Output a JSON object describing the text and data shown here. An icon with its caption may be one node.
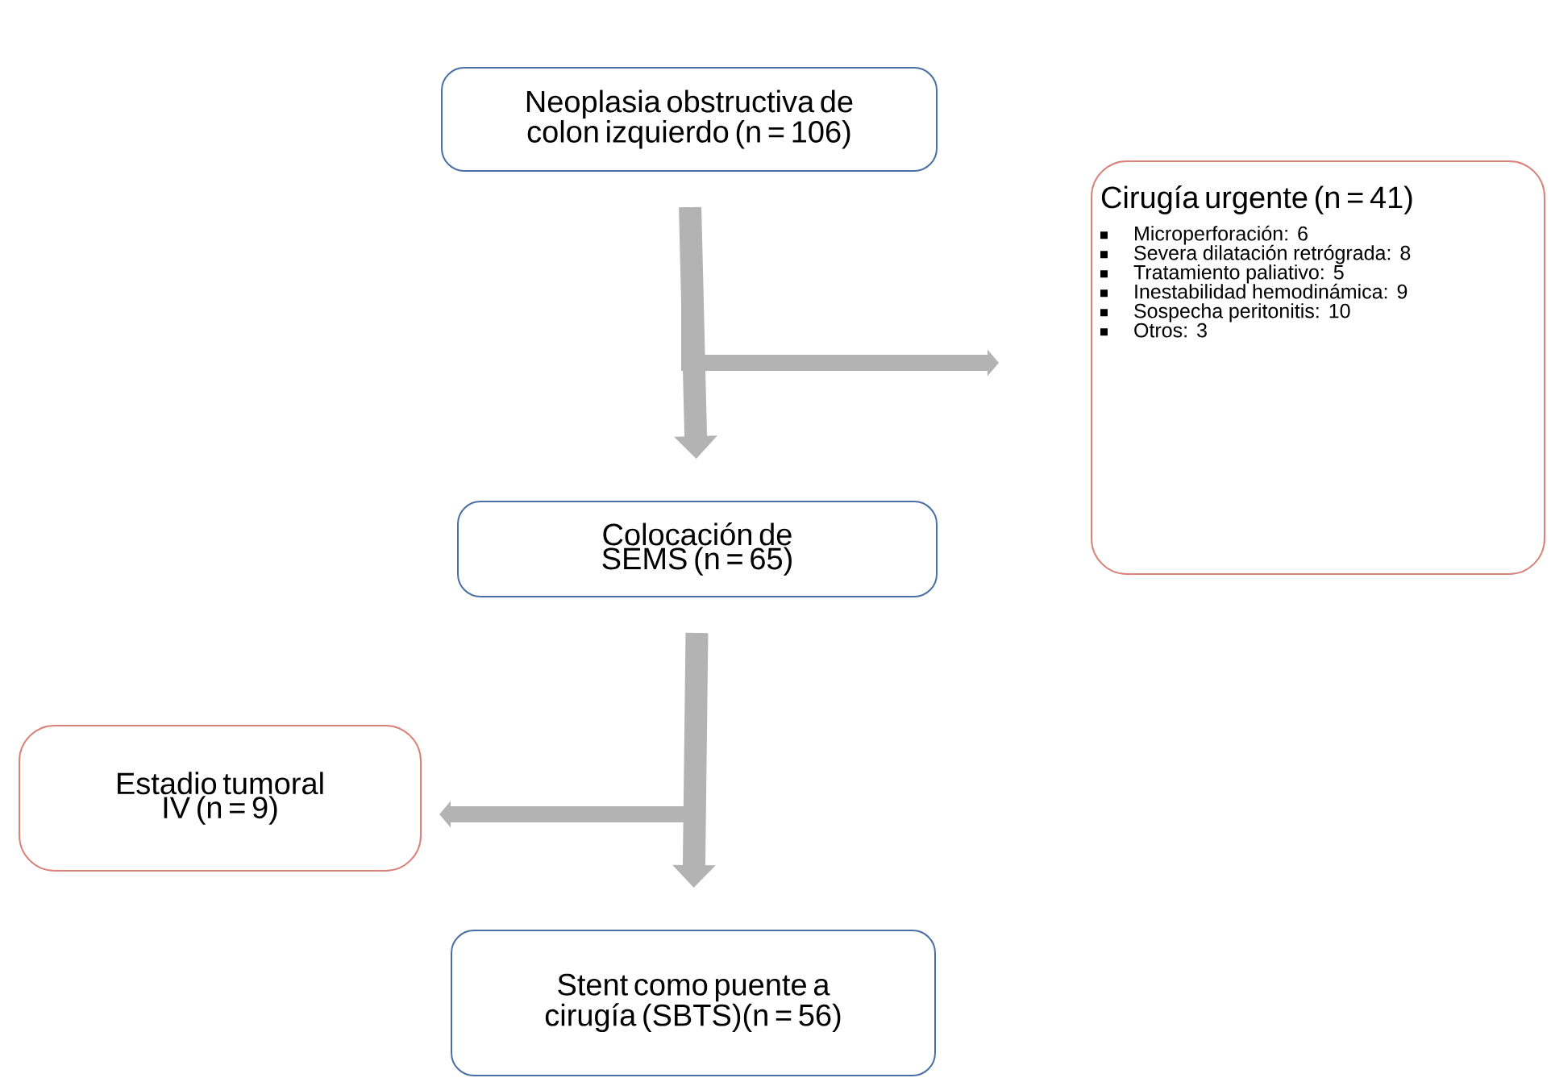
{
  "diagram": {
    "nodes": [
      {
        "text": [
          "Neoplasia obstructiva de colon izquierdo (n = 106)"
        ]
      },
      {
        "text": [
          "Cirugía urgente (n = 41)",
          "Microperforación: 6",
          "Severa dilatación retrógrada: 8",
          "Tratamiento paliativo: 5",
          "Inestabilidad hemodinámica: 9",
          "Sospecha peritonitis: 10",
          "Otros: 3"
        ]
      },
      {
        "text": [
          "Colocación de SEMS (n = 65)"
        ]
      },
      {
        "text": [
          "Estadio tumoral IV (n = 9)"
        ]
      },
      {
        "text": [
          "Stent como puente a cirugía (SBTS)(n = 56)"
        ]
      }
    ],
    "edges": [
      {
        "from": 0,
        "to": 2,
        "arrow": "to"
      },
      {
        "from": 0,
        "to": 1,
        "arrow": "to"
      },
      {
        "from": 2,
        "to": 4,
        "arrow": "to"
      },
      {
        "from": 2,
        "to": 3,
        "arrow": "to"
      }
    ]
  }
}
